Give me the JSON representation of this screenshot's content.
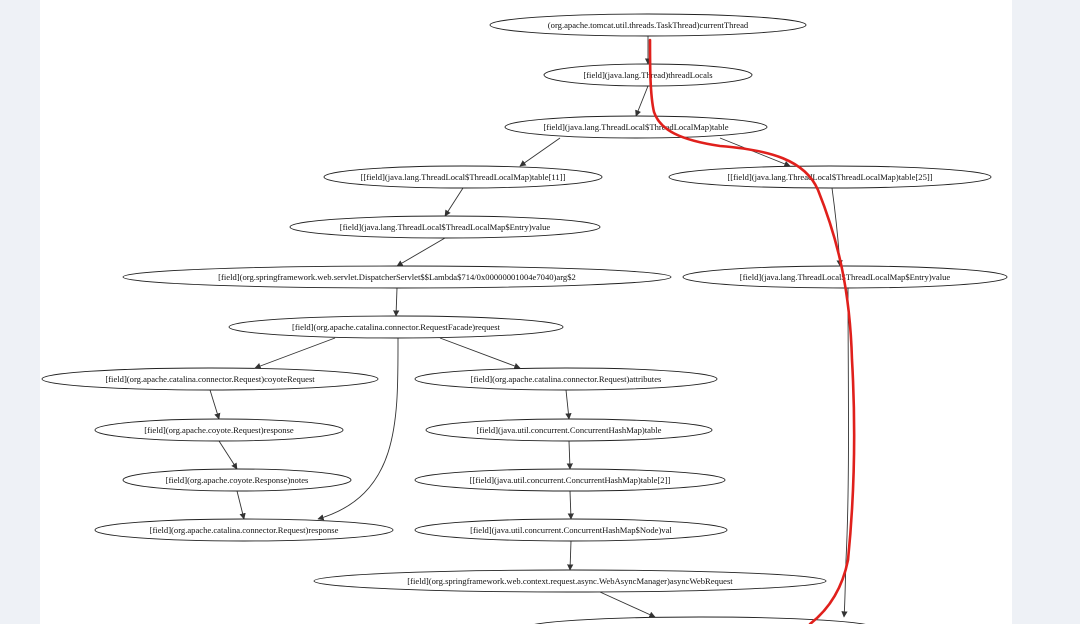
{
  "graph": {
    "nodes": [
      {
        "id": "n1",
        "label": "(org.apache.tomcat.util.threads.TaskThread)currentThread"
      },
      {
        "id": "n2",
        "label": "[field](java.lang.Thread)threadLocals"
      },
      {
        "id": "n3",
        "label": "[field](java.lang.ThreadLocal$ThreadLocalMap)table"
      },
      {
        "id": "n4",
        "label": "[[field](java.lang.ThreadLocal$ThreadLocalMap)table[11]]"
      },
      {
        "id": "n5",
        "label": "[[field](java.lang.ThreadLocal$ThreadLocalMap)table[25]]"
      },
      {
        "id": "n6",
        "label": "[field](java.lang.ThreadLocal$ThreadLocalMap$Entry)value"
      },
      {
        "id": "n7",
        "label": "[field](java.lang.ThreadLocal$ThreadLocalMap$Entry)value"
      },
      {
        "id": "n8",
        "label": "[field](org.springframework.web.servlet.DispatcherServlet$$Lambda$714/0x00000001004e7040)arg$2"
      },
      {
        "id": "n9",
        "label": "[field](org.apache.catalina.connector.RequestFacade)request"
      },
      {
        "id": "n10",
        "label": "[field](org.apache.catalina.connector.Request)coyoteRequest"
      },
      {
        "id": "n11",
        "label": "[field](org.apache.catalina.connector.Request)attributes"
      },
      {
        "id": "n12",
        "label": "[field](org.apache.coyote.Request)response"
      },
      {
        "id": "n13",
        "label": "[field](java.util.concurrent.ConcurrentHashMap)table"
      },
      {
        "id": "n14",
        "label": "[field](org.apache.coyote.Response)notes"
      },
      {
        "id": "n15",
        "label": "[[field](java.util.concurrent.ConcurrentHashMap)table[2]]"
      },
      {
        "id": "n16",
        "label": "[field](org.apache.catalina.connector.Request)response"
      },
      {
        "id": "n17",
        "label": "[field](java.util.concurrent.ConcurrentHashMap$Node)val"
      },
      {
        "id": "n18",
        "label": "[field](org.springframework.web.context.request.async.WebAsyncManager)asyncWebRequest"
      },
      {
        "id": "n19",
        "label": ""
      }
    ],
    "edges": [
      [
        "n1",
        "n2"
      ],
      [
        "n2",
        "n3"
      ],
      [
        "n3",
        "n4"
      ],
      [
        "n3",
        "n5"
      ],
      [
        "n4",
        "n6"
      ],
      [
        "n5",
        "n7"
      ],
      [
        "n6",
        "n8"
      ],
      [
        "n8",
        "n9"
      ],
      [
        "n9",
        "n10"
      ],
      [
        "n9",
        "n11"
      ],
      [
        "n9",
        "n16"
      ],
      [
        "n10",
        "n12"
      ],
      [
        "n12",
        "n14"
      ],
      [
        "n14",
        "n16"
      ],
      [
        "n11",
        "n13"
      ],
      [
        "n13",
        "n15"
      ],
      [
        "n15",
        "n17"
      ],
      [
        "n17",
        "n18"
      ],
      [
        "n18",
        "n19"
      ],
      [
        "n7",
        "n19"
      ]
    ],
    "highlight_path_color": "#e0201c",
    "node_border_color": "#222222",
    "edge_color": "#333333"
  }
}
